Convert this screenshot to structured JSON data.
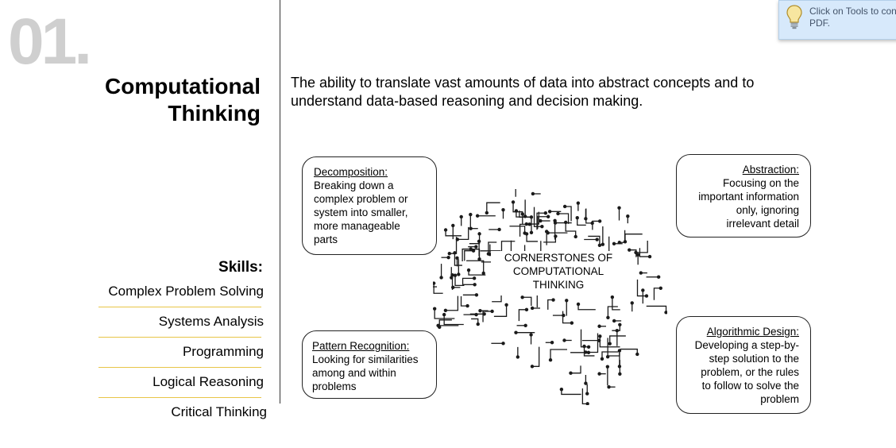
{
  "page": {
    "number": "01.",
    "title_line1": "Computational",
    "title_line2": "Thinking",
    "intro_line1": "The ability to translate vast amounts of data into abstract concepts and to",
    "intro_line2": "understand data-based reasoning and decision making."
  },
  "skills": {
    "heading": "Skills:",
    "items": [
      "Complex Problem Solving",
      "Systems Analysis",
      "Programming",
      "Logical Reasoning",
      "Critical Thinking"
    ],
    "rule_color": "#e8c547"
  },
  "diagram": {
    "center": [
      "CORNERSTONES OF",
      "COMPUTATIONAL",
      "THINKING"
    ],
    "decomposition": {
      "heading": "Decomposition:",
      "lines": [
        "Breaking down a",
        "complex problem or",
        "system into smaller,",
        "more manageable",
        "parts"
      ]
    },
    "pattern": {
      "heading": "Pattern Recognition:",
      "lines": [
        "Looking for similarities",
        "among and within",
        "problems"
      ]
    },
    "abstraction": {
      "heading": "Abstraction:",
      "lines": [
        "Focusing on the",
        "important information",
        "only, ignoring",
        "irrelevant detail"
      ]
    },
    "algorithmic": {
      "heading": "Algorithmic Design:",
      "lines": [
        "Developing a step-by-",
        "step solution to the",
        "problem, or the rules",
        "to follow to solve the",
        "problem"
      ]
    }
  },
  "tooltip": {
    "line1": "Click on Tools to con",
    "line2": "PDF.",
    "icon": "lightbulb-icon"
  }
}
